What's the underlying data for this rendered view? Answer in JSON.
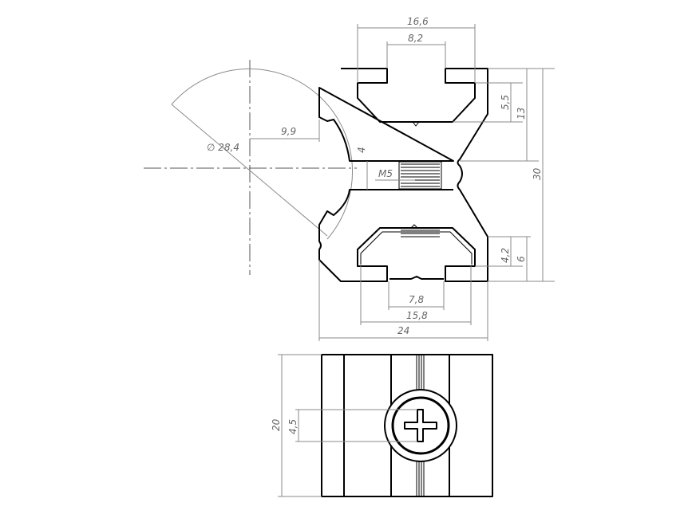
{
  "drawing": {
    "top_view": {
      "dimensions": {
        "width_top_outer": "16,6",
        "width_top_opening": "8,2",
        "diameter": "∅ 28,4",
        "radius_offset": "9,9",
        "hole_height": "4",
        "thread": "M5",
        "slot_depth": "5,5",
        "upper_height": "13",
        "total_height": "30",
        "lower_slot_depth": "4,2",
        "lower_height": "6",
        "width_bottom_opening": "7,8",
        "width_bottom_outer": "15,8",
        "total_width": "24"
      }
    },
    "bottom_view": {
      "dimensions": {
        "length": "20",
        "screw_offset": "4,5"
      },
      "screw_head": "phillips-screw-icon"
    }
  }
}
